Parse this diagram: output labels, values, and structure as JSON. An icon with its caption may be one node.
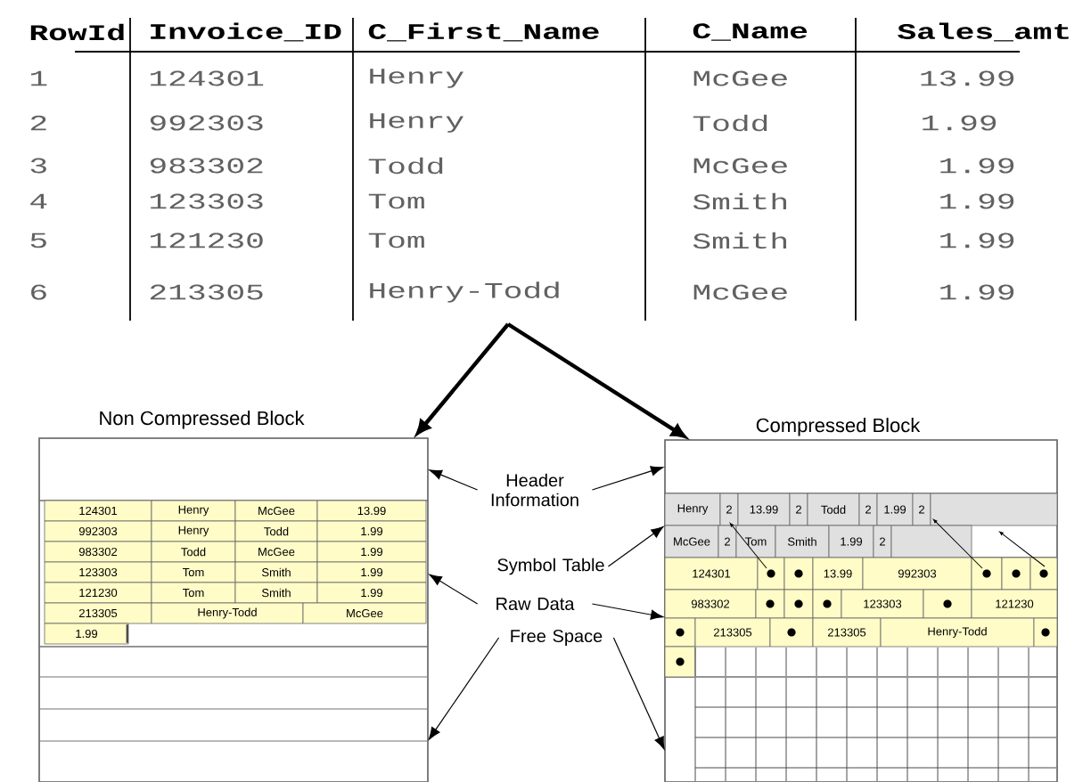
{
  "diagram": {
    "nodes": [
      {
        "text": [
          "Non Compressed Block"
        ]
      },
      {
        "text": [
          "Compressed Block"
        ]
      },
      {
        "text": [
          "Header Information"
        ]
      },
      {
        "text": [
          "Symbol Table"
        ]
      },
      {
        "text": [
          "Raw Data"
        ]
      },
      {
        "text": [
          "Free Space"
        ]
      },
      {
        "text": [],
        "shape": "box",
        "in": 0
      },
      {
        "text": [],
        "shape": "box",
        "in": 0
      },
      {
        "text": [],
        "shape": "box",
        "in": 0
      },
      {
        "text": [],
        "shape": "box",
        "in": 1
      },
      {
        "text": [],
        "shape": "box",
        "in": 1
      },
      {
        "text": [],
        "shape": "box",
        "in": 1
      },
      {
        "text": [],
        "shape": "box",
        "in": 1
      }
    ],
    "edges": [
      {
        "from": null,
        "to": 0,
        "arrow": "to",
        "style": "thick"
      },
      {
        "from": null,
        "to": 1,
        "arrow": "to",
        "style": "thick"
      },
      {
        "from": 2,
        "to": 6,
        "arrow": "to"
      },
      {
        "from": 2,
        "to": 9,
        "arrow": "to"
      },
      {
        "from": 3,
        "to": 10,
        "arrow": "to"
      },
      {
        "from": 4,
        "to": 7,
        "arrow": "to"
      },
      {
        "from": 4,
        "to": 11,
        "arrow": "to"
      },
      {
        "from": 5,
        "to": 8,
        "arrow": "to"
      },
      {
        "from": 5,
        "to": 12,
        "arrow": "to"
      }
    ],
    "labels": [
      "RowId",
      "Invoice_ID",
      "C_First_Name",
      "C_Name",
      "Sales_amt",
      "1",
      "124301",
      "Henry",
      "McGee",
      "13.99",
      "2",
      "992303",
      "Henry",
      "Todd",
      "1.99",
      "3",
      "983302",
      "Todd",
      "McGee",
      "1.99",
      "4",
      "123303",
      "Tom",
      "Smith",
      "1.99",
      "5",
      "121230",
      "Tom",
      "Smith",
      "1.99",
      "6",
      "213305",
      "Henry-Todd",
      "McGee",
      "1.99",
      "124301",
      "Henry",
      "McGee",
      "13.99",
      "992303",
      "Henry",
      "Todd",
      "1.99",
      "983302",
      "Todd",
      "McGee",
      "1.99",
      "123303",
      "Tom",
      "Smith",
      "1.99",
      "121230",
      "Tom",
      "Smith",
      "1.99",
      "213305",
      "Henry-Todd",
      "McGee",
      "1.99",
      "Henry",
      "2",
      "13.99",
      "2",
      "Todd",
      "2",
      "1.99",
      "2",
      "McGee",
      "2",
      "Tom",
      "Smith",
      "1.99",
      "2",
      "124301",
      "13.99",
      "992303",
      "983302",
      "123303",
      "121230",
      "213305",
      "213305",
      "Henry-Todd"
    ]
  }
}
